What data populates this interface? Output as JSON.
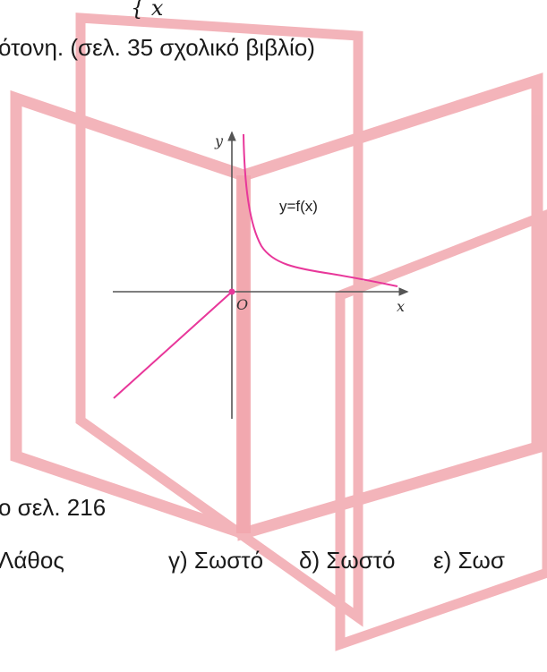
{
  "brace_fragment": "{ x",
  "line1": "ότονη. (σελ. 35 σχολικό βιβλίο)",
  "graph": {
    "y_axis_label": "y",
    "x_axis_label": "x",
    "origin_label": "O",
    "curve_label": "y=f(x)",
    "curve_color": "#e8379a"
  },
  "line2": "ο σελ. 216",
  "answers": [
    "Λάθος",
    "γ) Σωστό",
    "δ) Σωστό",
    "ε) Σωσ"
  ],
  "watermark_color": "#f2a7ae"
}
